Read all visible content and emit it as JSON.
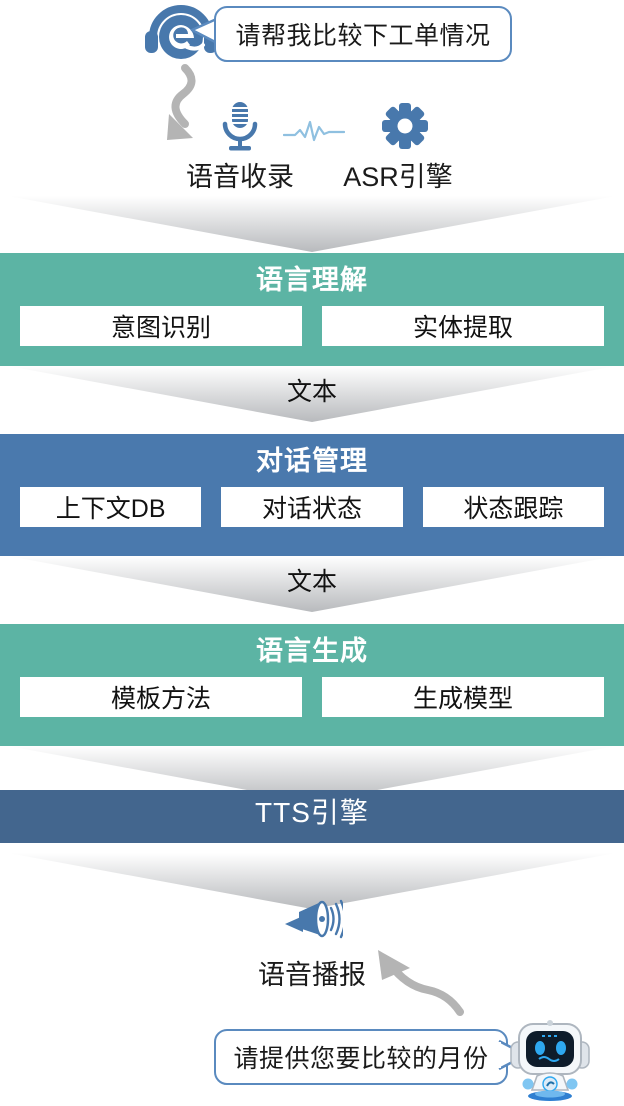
{
  "top_interaction": {
    "avatar_icon": "headset-operator-icon",
    "user_utterance": "请帮我比较下工单情况"
  },
  "input_stage": {
    "arrow_icon": "curved-down-arrow-icon",
    "items": [
      {
        "icon": "microphone-icon",
        "label": "语音收录"
      },
      {
        "icon": "gear-icon",
        "label": "ASR引擎"
      }
    ],
    "waveform_icon": "audio-waveform-icon"
  },
  "connectors": [
    {
      "id": "c1",
      "label": ""
    },
    {
      "id": "c2",
      "label": "文本"
    },
    {
      "id": "c3",
      "label": "文本"
    },
    {
      "id": "c4",
      "label": ""
    },
    {
      "id": "c5",
      "label": ""
    }
  ],
  "stages": [
    {
      "id": "nlu",
      "title": "语言理解",
      "color": "#5CB4A4",
      "items": [
        "意图识别",
        "实体提取"
      ]
    },
    {
      "id": "dm",
      "title": "对话管理",
      "color": "#4A79AD",
      "items": [
        "上下文DB",
        "对话状态",
        "状态跟踪"
      ]
    },
    {
      "id": "nlg",
      "title": "语言生成",
      "color": "#5CB4A4",
      "items": [
        "模板方法",
        "生成模型"
      ]
    },
    {
      "id": "tts",
      "title": "TTS引擎",
      "color": "#43668E",
      "items": []
    }
  ],
  "output_stage": {
    "speaker_icon": "megaphone-icon",
    "label": "语音播报",
    "arrow_icon": "curved-up-arrow-icon"
  },
  "bottom_interaction": {
    "avatar_icon": "robot-assistant-icon",
    "bot_utterance": "请提供您要比较的月份"
  },
  "palette": {
    "teal": "#5CB4A4",
    "blue": "#4A79AD",
    "dark_blue": "#43668E",
    "bubble_border": "#5A8ABF",
    "icon_blue": "#4878AC",
    "arrow_gray": "#B4B4B4"
  }
}
